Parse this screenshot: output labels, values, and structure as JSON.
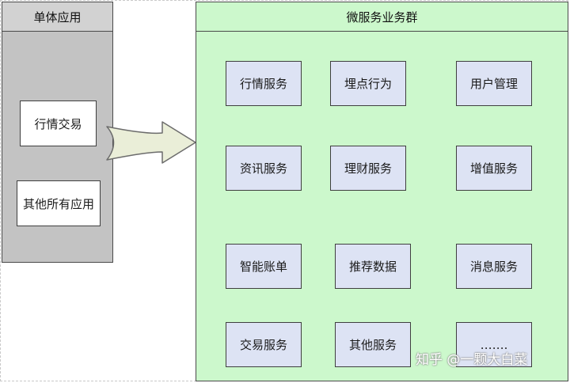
{
  "monolith": {
    "title": "单体应用",
    "items": [
      "行情交易",
      "其他所有应用"
    ]
  },
  "arrow": {
    "fill": "#eaeed8",
    "stroke": "#6c6c6c"
  },
  "microservices": {
    "title": "微服务业务群",
    "services": [
      "行情服务",
      "埋点行为",
      "用户管理",
      "资讯服务",
      "理财服务",
      "增值服务",
      "智能账单",
      "推荐数据",
      "消息服务",
      "交易服务",
      "其他服务",
      "……."
    ]
  },
  "colors": {
    "monolith_bg": "#c3c3c3",
    "microservices_bg": "#ccf8cc",
    "service_box_bg": "#dde3f4"
  },
  "watermark": "知乎 @一颗大白菜"
}
